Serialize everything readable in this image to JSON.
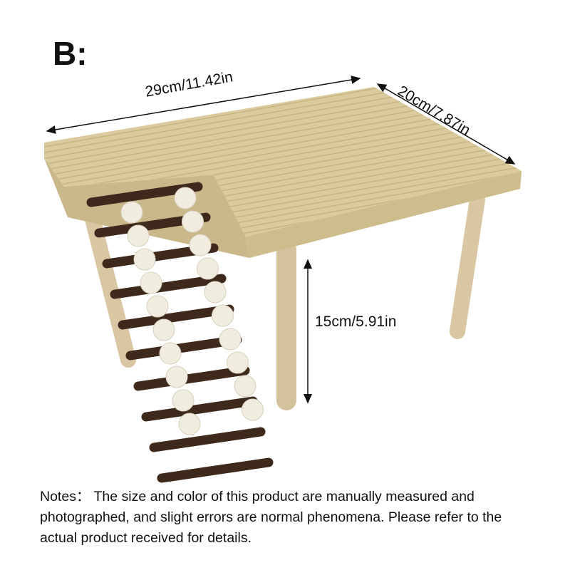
{
  "variant_label": "B:",
  "dimensions": {
    "width": "29cm/11.42in",
    "depth": "20cm/7.87in",
    "height": "15cm/5.91in"
  },
  "notes": "Notes： The size and color of this product are manually measured and photographed, and slight errors are normal phenomena. Please refer to the actual product received for details.",
  "colors": {
    "wood": "#d8c99a",
    "wood_edge": "#c4b27e",
    "bark": "#3d2a1c",
    "bead": "#f1ece0"
  }
}
